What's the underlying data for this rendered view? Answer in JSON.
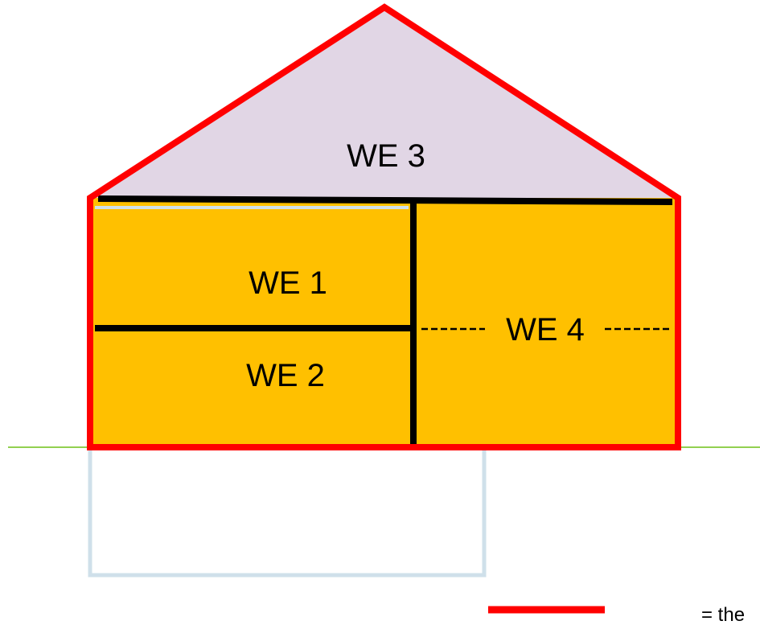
{
  "units": {
    "we1": "WE 1",
    "we2": "WE 2",
    "we3": "WE 3",
    "we4": "WE 4"
  },
  "legend": {
    "text": "= the"
  },
  "colors": {
    "thermal_envelope": "#ff0000",
    "heated_zone": "#ffc000",
    "attic_zone": "#e1d6e5",
    "walls": "#000000",
    "ground_line": "#92d050",
    "basement_outline": "#cfe0ea"
  }
}
